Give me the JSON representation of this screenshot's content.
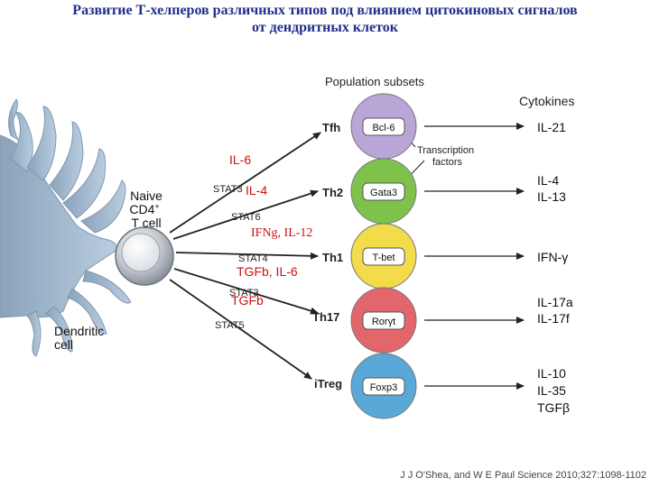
{
  "title": {
    "line1": "Развитие Т-хелперов различных типов под влиянием цитокиновых сигналов",
    "line2": "от дендритных клеток"
  },
  "headers": {
    "population": "Population subsets",
    "cytokines": "Cytokines"
  },
  "naive_cell": {
    "line1": "Naive",
    "line2": "CD4",
    "sup": "+",
    "line3": "T cell"
  },
  "dendritic_cell": {
    "line1": "Dendritic",
    "line2": "cell"
  },
  "transcription_factors": {
    "line1": "Transcription",
    "line2": "factors"
  },
  "stat_labels": [
    "STAT3",
    "STAT6",
    "STAT4",
    "STAT3",
    "STAT5"
  ],
  "signals": [
    "IL-6",
    "IL-4",
    "IFNg, IL-12",
    "TGFb, IL-6",
    "TGFb"
  ],
  "subsets": [
    {
      "name": "Tfh",
      "factor": "Bcl-6",
      "color": "#b8a6d9",
      "cytokines": [
        "IL-21"
      ]
    },
    {
      "name": "Th2",
      "factor": "Gata3",
      "color": "#7fc24b",
      "cytokines": [
        "IL-4",
        "IL-13"
      ]
    },
    {
      "name": "Th1",
      "factor": "T-bet",
      "color": "#f2dc4a",
      "cytokines": [
        "IFN-γ"
      ]
    },
    {
      "name": "Th17",
      "factor": "Rorγt",
      "color": "#e2666c",
      "cytokines": [
        "IL-17a",
        "IL-17f"
      ]
    },
    {
      "name": "iTreg",
      "factor": "Foxp3",
      "color": "#5aa8d8",
      "cytokines": [
        "IL-10",
        "IL-35",
        "TGFβ"
      ]
    }
  ],
  "citation": "J J O'Shea, and W E Paul Science 2010;327:1098-1102",
  "colors": {
    "title": "#1f2f8a",
    "signal": "#cc1111",
    "arrow": "#222222",
    "cell": "#a9bfd3"
  }
}
